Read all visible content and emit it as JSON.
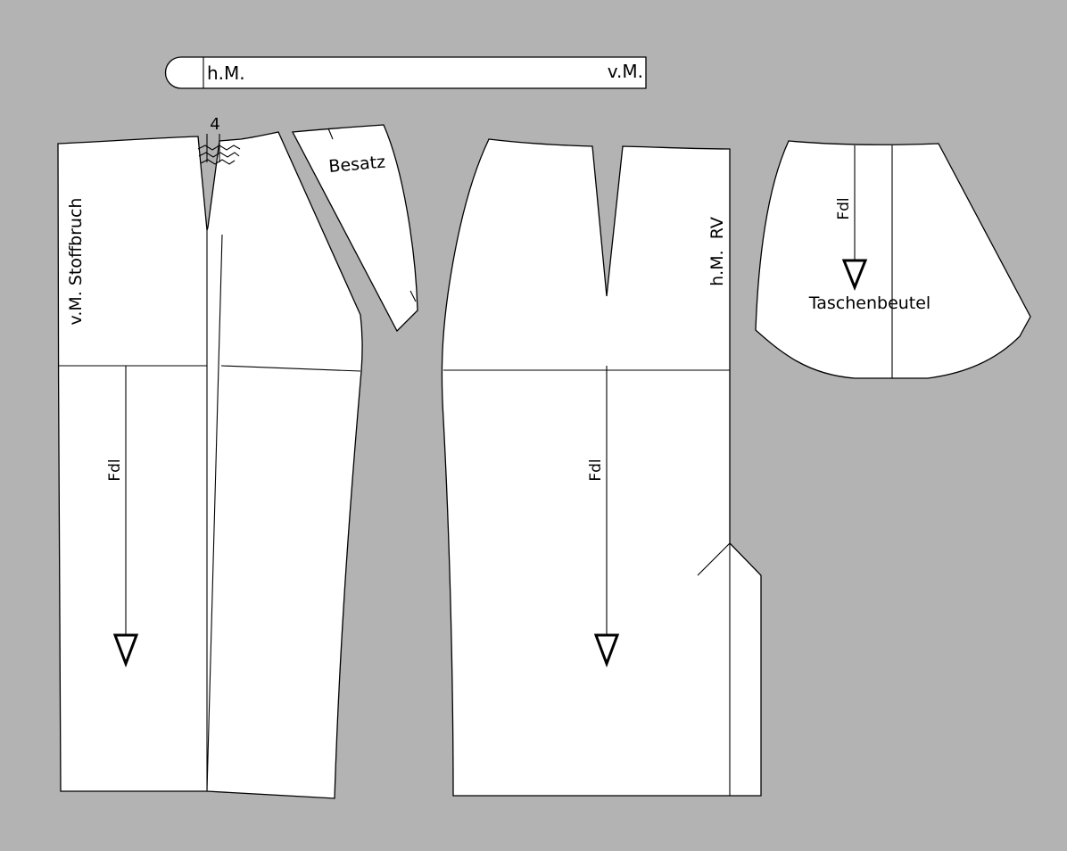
{
  "colors": {
    "background": "#b3b3b3",
    "piece_fill": "#ffffff",
    "line": "#000000"
  },
  "waistband": {
    "label_left": "h.M.",
    "label_right": "v.M."
  },
  "front": {
    "fold_label": "v.M. Stoffbruch",
    "dart_number": "4",
    "grain_label": "Fdl"
  },
  "facing": {
    "label": "Besatz"
  },
  "back": {
    "label": "h.M.  RV",
    "grain_label": "Fdl"
  },
  "pocket": {
    "grain_label": "Fdl",
    "label": "Taschenbeutel"
  }
}
